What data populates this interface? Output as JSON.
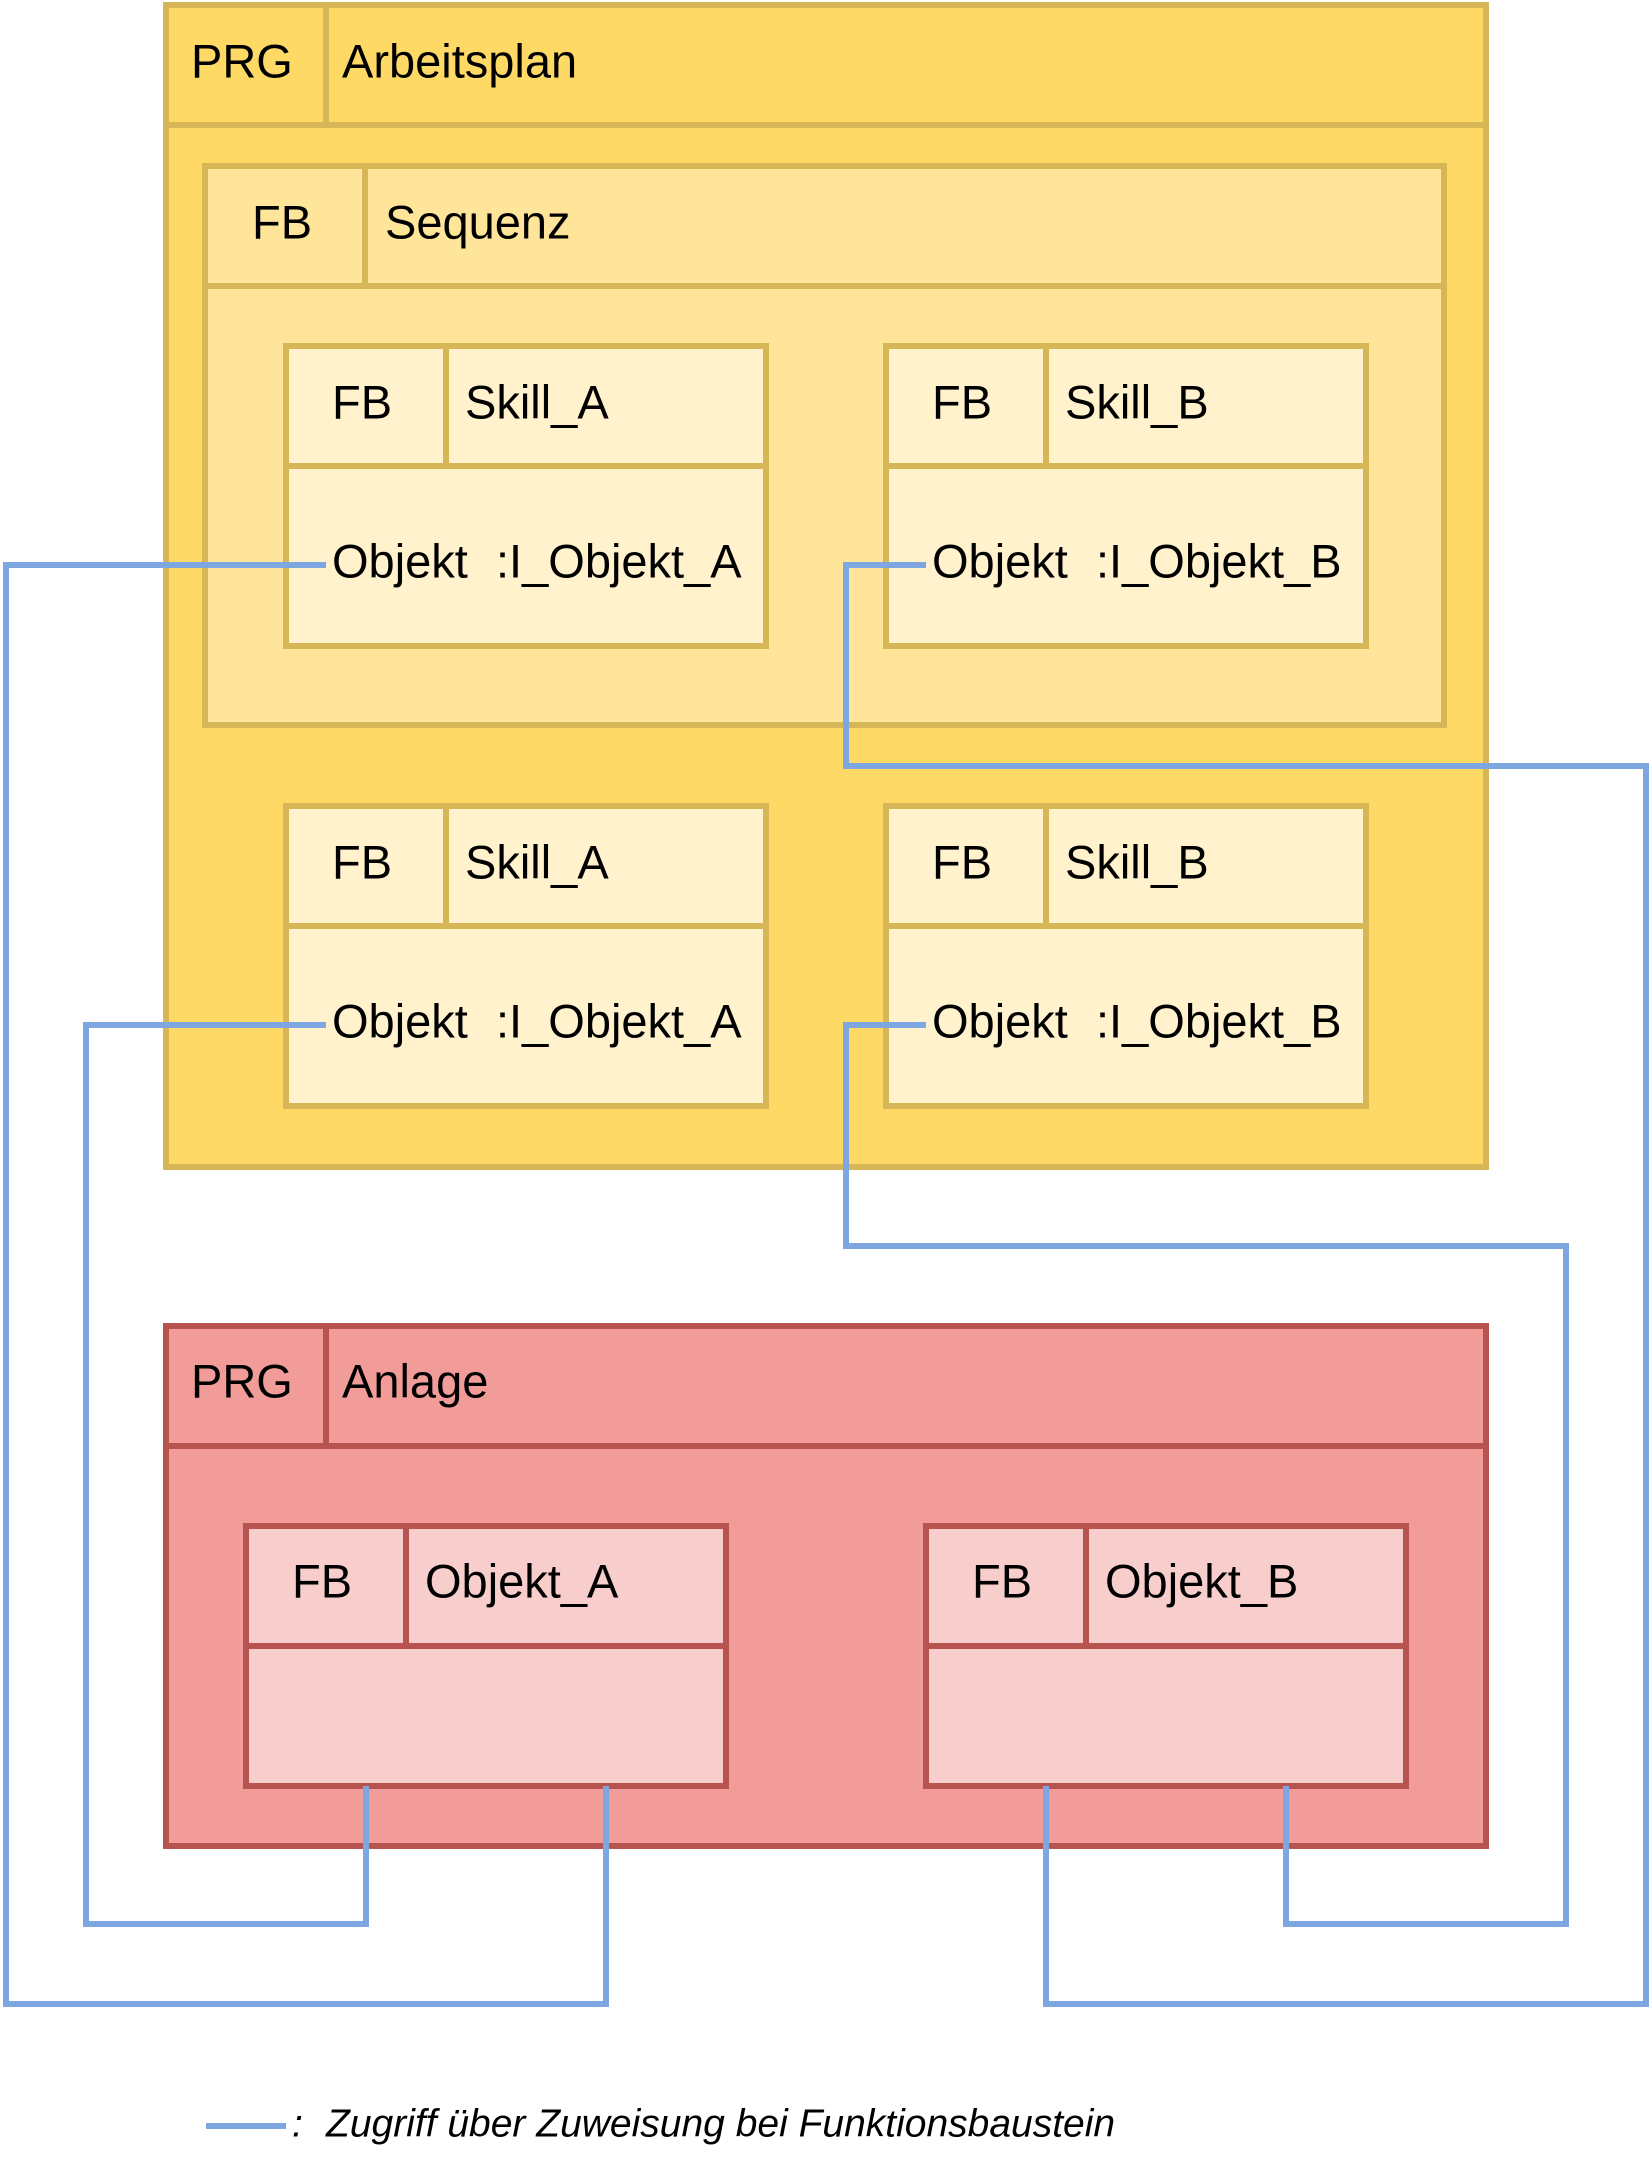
{
  "colors": {
    "prg_yellow_fill": "#FFD966",
    "prg_yellow_stroke": "#D6B656",
    "seq_fill": "#FFE599",
    "skill_fill": "#FFF2CC",
    "prg_red_fill": "#F19C99",
    "prg_red_stroke": "#B85450",
    "obj_fill": "#F8CECC",
    "connector": "#7EA6E0"
  },
  "arbeitsplan": {
    "keyword": "PRG",
    "name": "Arbeitsplan",
    "sequenz": {
      "keyword": "FB",
      "name": "Sequenz",
      "skill_a": {
        "keyword": "FB",
        "name": "Skill_A",
        "var_name": "Objekt",
        "var_type": ":I_Objekt_A"
      },
      "skill_b": {
        "keyword": "FB",
        "name": "Skill_B",
        "var_name": "Objekt",
        "var_type": ":I_Objekt_B"
      }
    },
    "skill_a": {
      "keyword": "FB",
      "name": "Skill_A",
      "var_name": "Objekt",
      "var_type": ":I_Objekt_A"
    },
    "skill_b": {
      "keyword": "FB",
      "name": "Skill_B",
      "var_name": "Objekt",
      "var_type": ":I_Objekt_B"
    }
  },
  "anlage": {
    "keyword": "PRG",
    "name": "Anlage",
    "objekt_a": {
      "keyword": "FB",
      "name": "Objekt_A"
    },
    "objekt_b": {
      "keyword": "FB",
      "name": "Objekt_B"
    }
  },
  "legend": {
    "separator": ":",
    "text": "Zugriff über Zuweisung bei Funktionsbaustein"
  }
}
